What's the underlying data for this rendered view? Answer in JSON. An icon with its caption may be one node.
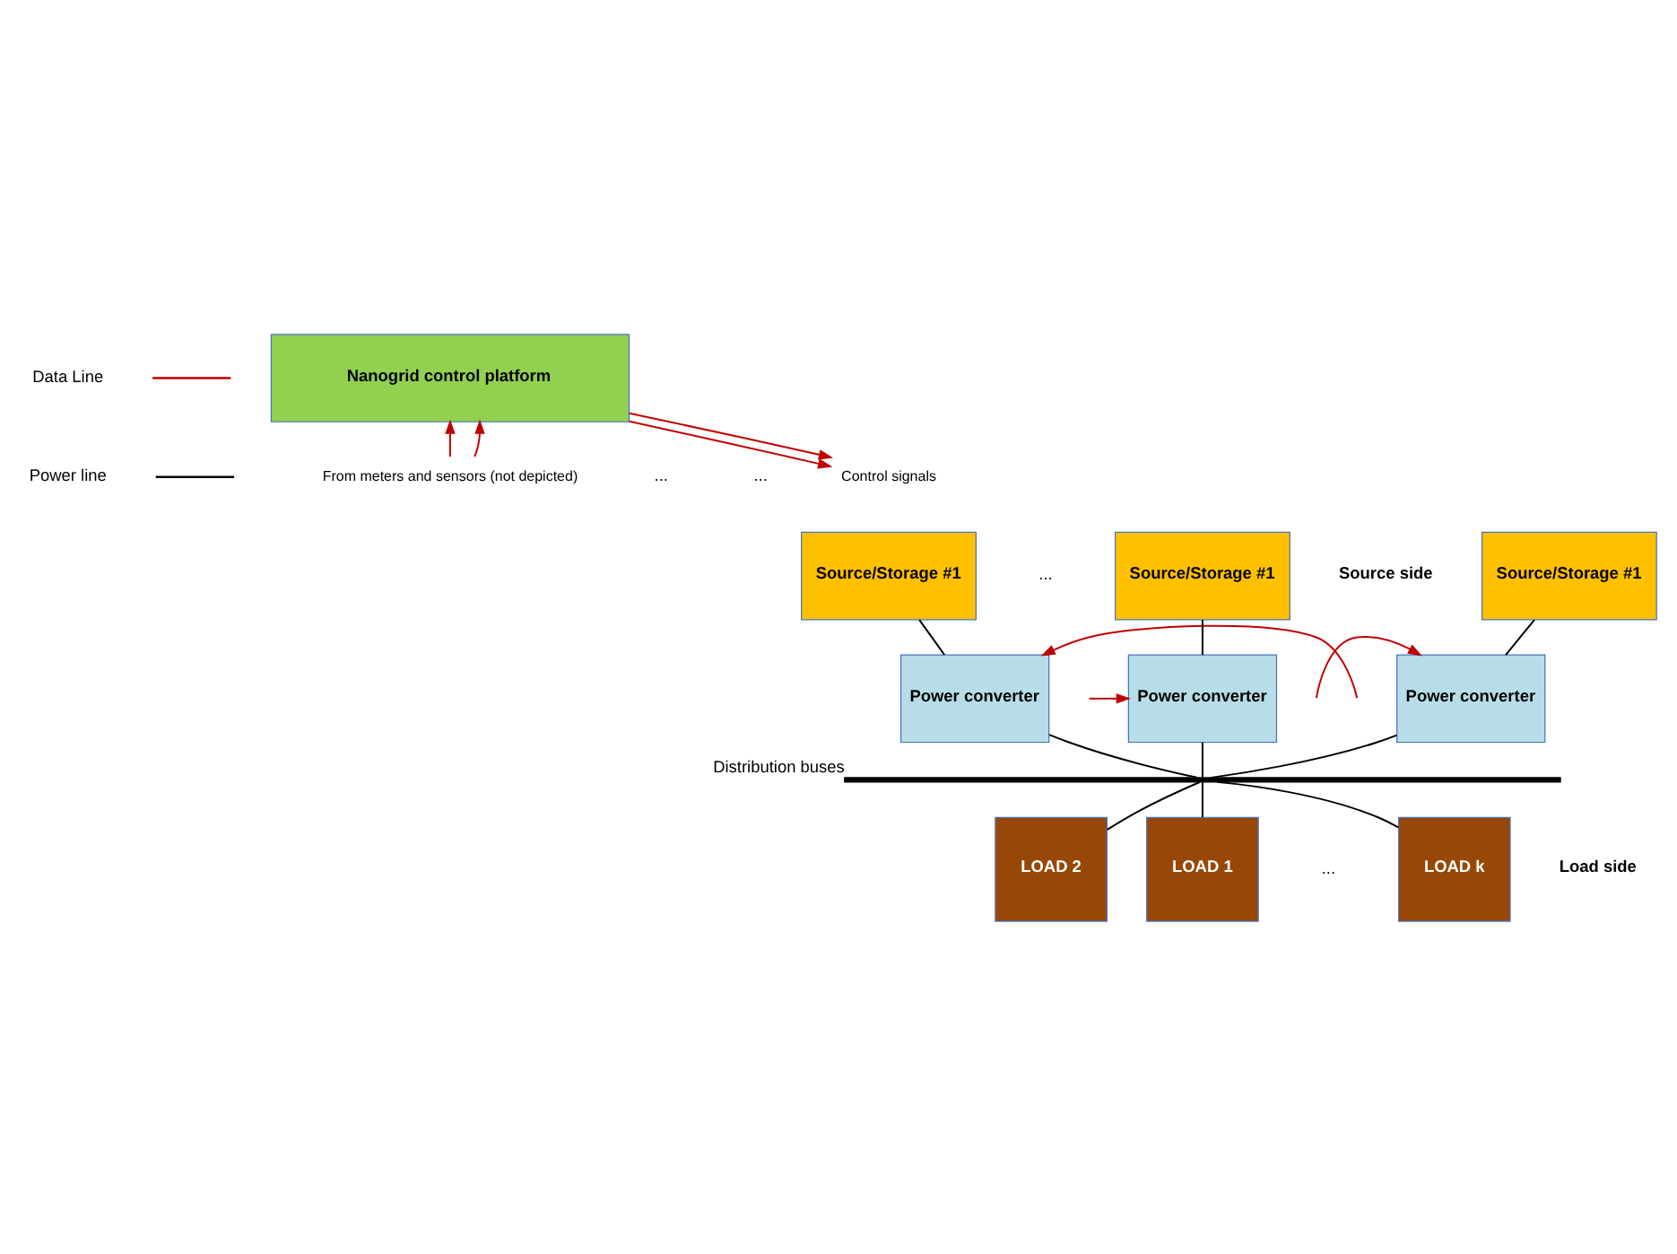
{
  "diagram": {
    "nodes": [
      {
        "text": [
          "Nanogrid control platform"
        ]
      },
      {
        "text": [
          "From meters and sensors (not depicted)"
        ]
      },
      {
        "text": [
          "Control signals"
        ]
      },
      {
        "text": [
          "Source/Storage #1"
        ]
      },
      {
        "text": [
          "Power converter"
        ]
      },
      {
        "text": [
          "Source/Storage #1"
        ]
      },
      {
        "text": [
          "Power converter"
        ]
      },
      {
        "text": [
          "Source/Storage #1"
        ]
      },
      {
        "text": [
          "Power converter"
        ]
      },
      {
        "text": [],
        "shape": "bar",
        "beside": [
          "Distribution buses"
        ]
      },
      {
        "text": [
          "LOAD 1"
        ]
      },
      {
        "text": [
          "LOAD 2"
        ]
      },
      {
        "text": [
          "LOAD k"
        ]
      }
    ],
    "edges": [
      {
        "from": 1,
        "to": 0,
        "arrow": "to",
        "color": "#c00000"
      },
      {
        "from": 1,
        "to": 0,
        "arrow": "to",
        "color": "#c00000"
      },
      {
        "from": 0,
        "to": 2,
        "arrow": "to",
        "color": "#c00000"
      },
      {
        "from": 0,
        "to": 2,
        "arrow": "to",
        "color": "#c00000"
      },
      {
        "from": 3,
        "to": 4,
        "arrow": "none"
      },
      {
        "from": 5,
        "to": 6,
        "arrow": "none"
      },
      {
        "from": 7,
        "to": 8,
        "arrow": "none"
      },
      {
        "from": null,
        "to": 4,
        "arrow": "to",
        "color": "#c00000"
      },
      {
        "from": null,
        "to": 6,
        "arrow": "to",
        "color": "#c00000"
      },
      {
        "from": null,
        "to": 8,
        "arrow": "to",
        "color": "#c00000"
      },
      {
        "from": 4,
        "to": 9,
        "arrow": "none"
      },
      {
        "from": 6,
        "to": 9,
        "arrow": "none"
      },
      {
        "from": 8,
        "to": 9,
        "arrow": "none"
      },
      {
        "from": 9,
        "to": 10,
        "arrow": "none"
      },
      {
        "from": 9,
        "to": 11,
        "arrow": "none"
      },
      {
        "from": 9,
        "to": 12,
        "arrow": "none"
      }
    ],
    "labels": [
      "...",
      "...",
      "...",
      "Source side",
      "Load side",
      "..."
    ],
    "legend": [
      {
        "text": "Data Line"
      },
      {
        "text": "Power line"
      }
    ]
  }
}
